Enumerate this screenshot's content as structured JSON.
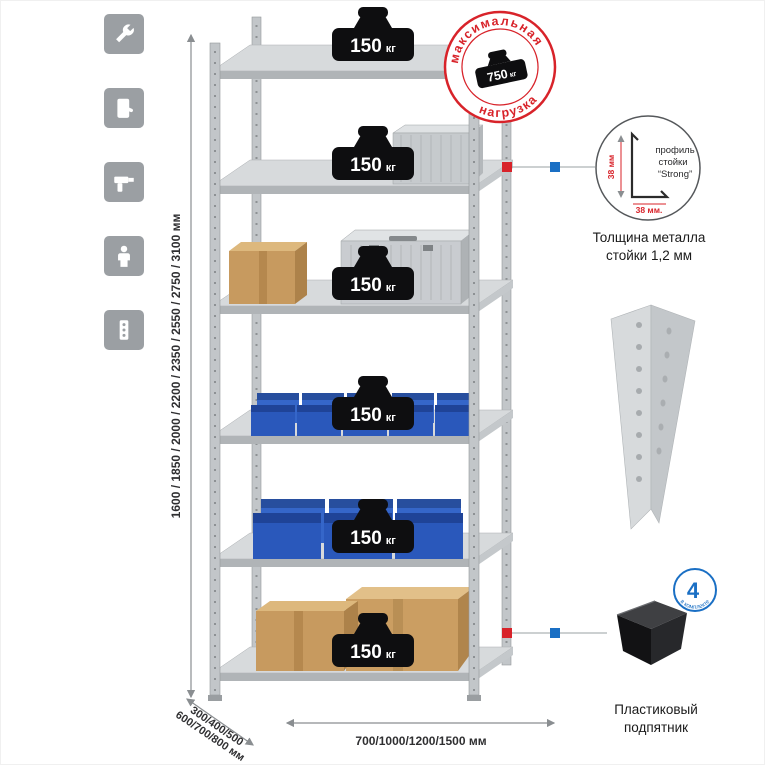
{
  "colors": {
    "accent_red": "#d8232a",
    "accent_blue": "#1a6fc4",
    "icon_gray": "#9b9fa3"
  },
  "stamp": {
    "arc_top": "максимальная",
    "arc_bottom": "нагрузка",
    "value": "750",
    "unit": "кг"
  },
  "shelf_weight": {
    "value": "150",
    "unit": "кг"
  },
  "dimensions": {
    "height": "1600 / 1850 / 2000 / 2200 / 2350 / 2550 / 2750 / 3100 мм",
    "depth_line1": "300/400/500",
    "depth_line2": "600/700/800 мм",
    "width": "700/1000/1200/1500 мм"
  },
  "profile_callout": {
    "word1": "профиль",
    "word2": "стойки",
    "word3": "“Strong”",
    "dim_vertical": "38 мм",
    "dim_horizontal": "38 мм.",
    "caption_line1": "Толщина металла",
    "caption_line2": "стойки 1,2 мм"
  },
  "foot_callout": {
    "badge_number": "4",
    "badge_text": "в комплекте",
    "caption_line1": "Пластиковый",
    "caption_line2": "подпятник"
  },
  "icons": [
    {
      "name": "wrench-icon"
    },
    {
      "name": "gloves-icon"
    },
    {
      "name": "drill-icon"
    },
    {
      "name": "person-icon"
    },
    {
      "name": "perforated-panel-icon"
    }
  ]
}
